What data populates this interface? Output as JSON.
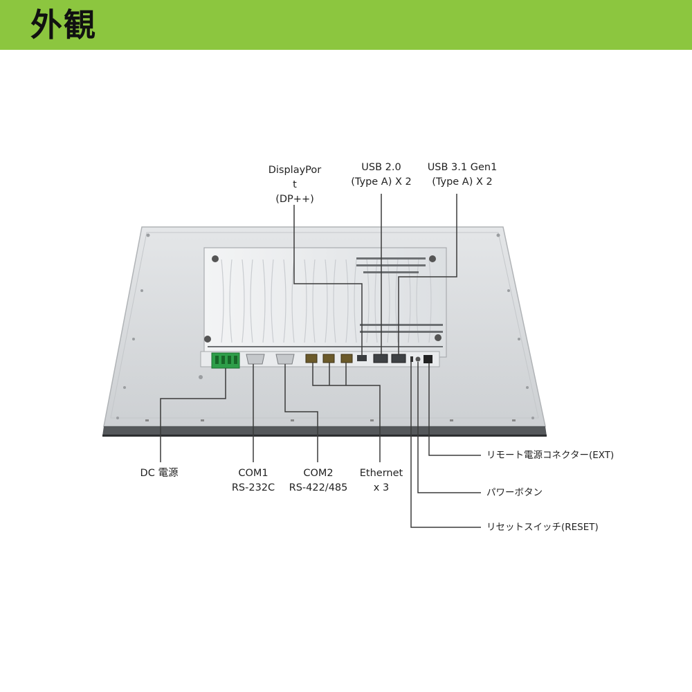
{
  "header": {
    "title": "外観",
    "color": "#8cc63f"
  },
  "labels": {
    "displayport": [
      "DisplayPor",
      "t",
      "(DP++)"
    ],
    "usb20": [
      "USB 2.0",
      "(Type A) X 2"
    ],
    "usb31": [
      "USB 3.1 Gen1",
      "(Type A) X 2"
    ],
    "dc": [
      "DC 電源"
    ],
    "com1": [
      "COM1",
      "RS-232C"
    ],
    "com2": [
      "COM2",
      "RS-422/485"
    ],
    "ethernet": [
      "Ethernet",
      "x 3"
    ],
    "remote": "リモート電源コネクター(EXT)",
    "power": "パワーボタン",
    "reset": "リセットスイッチ(RESET)"
  }
}
